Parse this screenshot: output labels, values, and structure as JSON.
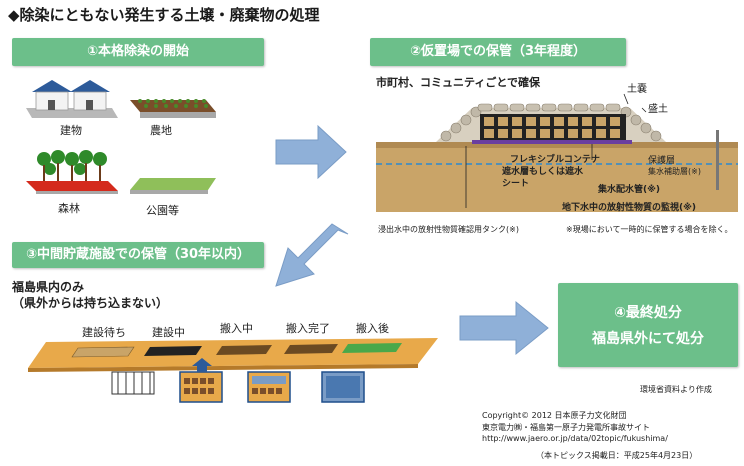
{
  "title": "◆除染にともない発生する土壌・廃棄物の処理",
  "step1": {
    "label": "①本格除染の開始",
    "items": [
      "建物",
      "農地",
      "森林",
      "公園等"
    ]
  },
  "step2": {
    "label": "②仮置場での保管（3年程度）",
    "subtitle": "市町村、コミュニティごとで確保",
    "labels": {
      "donou": "土嚢",
      "morido": "盛土",
      "container": "フレキシブルコンテナ",
      "hogo": "保護層",
      "shusui_hojo": "集水補助層",
      "shusui_hojo_note": "(※)",
      "shasui": "遮水層もしくは遮水シート",
      "shusui_pipe": "集水配水管",
      "shusui_pipe_note": "(※)",
      "kanshi": "地下水中の放射性物質の監視",
      "kanshi_note": "(※)",
      "tank": "浸出水中の放射性物質確認用タンク",
      "tank_note": "(※)",
      "footnote": "※現場において一時的に保管する場合を除く。"
    }
  },
  "step3": {
    "label": "③中間貯蔵施設での保管（30年以内）",
    "note_line1": "福島県内のみ",
    "note_line2": "（県外からは持ち込まない）",
    "stages": [
      "建設待ち",
      "建設中",
      "搬入中",
      "搬入完了",
      "搬入後"
    ]
  },
  "step4": {
    "line1": "④最終処分",
    "line2": "福島県外にて処分"
  },
  "source": "環境省資料より作成",
  "copyright": {
    "line1": "Copyright© 2012 日本原子力文化財団",
    "line2": "東京電力㈱・福島第一原子力発電所事故サイト",
    "line3": "http://www.jaero.or.jp/data/02topic/fukushima/",
    "line4": "（本トピックス掲載日：平成25年4月23日）"
  },
  "colors": {
    "green": "#6cbf8a",
    "arrow": "#8fb0d8",
    "soil": "#c9a468",
    "water": "#2a8ad0",
    "field": "#e8a94a",
    "forest_ground": "#d42a1c",
    "park": "#8fbf5a"
  }
}
